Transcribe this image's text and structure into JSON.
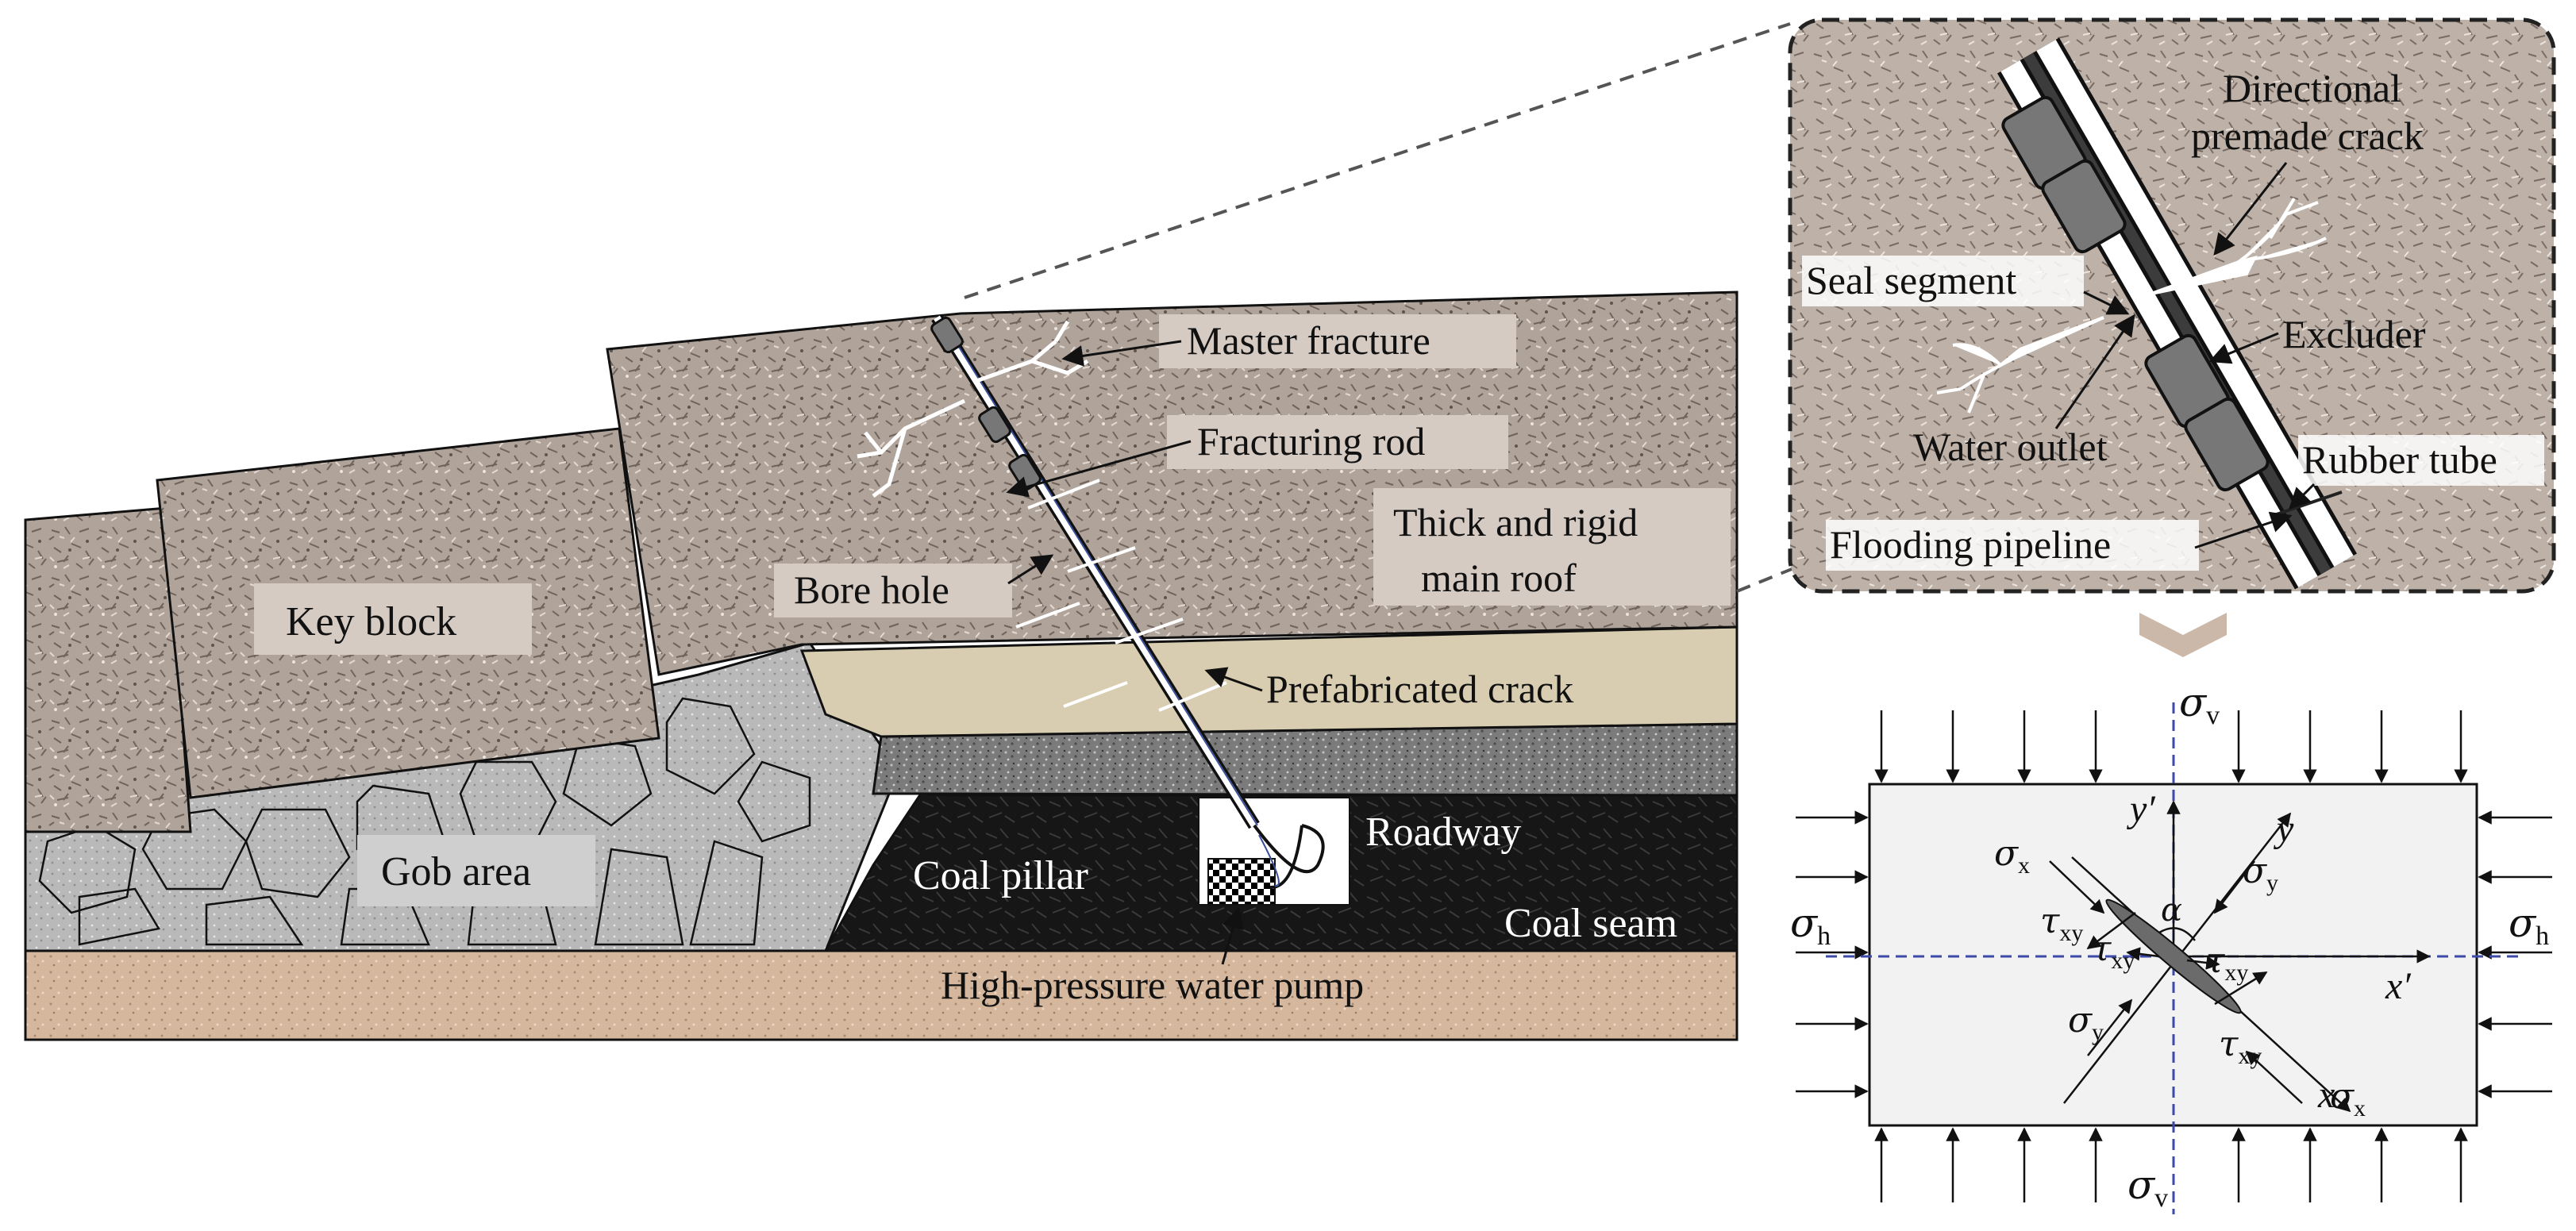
{
  "labels": {
    "master_fracture": "Master fracture",
    "fracturing_rod": "Fracturing rod",
    "thick_rigid_1": "Thick and rigid",
    "thick_rigid_2": "main roof",
    "key_block": "Key block",
    "bore_hole": "Bore hole",
    "prefabricated_crack": "Prefabricated crack",
    "gob_area": "Gob area",
    "coal_pillar": "Coal pillar",
    "roadway": "Roadway",
    "coal_seam": "Coal seam",
    "water_pump": "High-pressure water pump"
  },
  "inset": {
    "directional_1": "Directional",
    "directional_2": "premade crack",
    "seal_segment": "Seal segment",
    "excluder": "Excluder",
    "water_outlet": "Water outlet",
    "rubber_tube": "Rubber tube",
    "flooding_pipeline": "Flooding pipeline"
  },
  "stress": {
    "sigma": "σ",
    "tau": "τ",
    "v": "v",
    "h": "h",
    "x": "x",
    "y": "y",
    "xy": "xy",
    "x_axis": "x",
    "y_axis": "y",
    "x_prime": "x′",
    "y_prime": "y′",
    "alpha": "α"
  },
  "colors": {
    "rock": "#a99a90",
    "rock_light": "#c9beb4",
    "sandstone": "#d7ccb3",
    "fine_layer": "#7d7d7d",
    "coal": "#151515",
    "floor": "#d2b49a",
    "gob": "#b7b7b7",
    "label_bg": "#d8cdc5",
    "inset_bg": "#f0f0f0",
    "axis_dash": "#4450a8"
  }
}
